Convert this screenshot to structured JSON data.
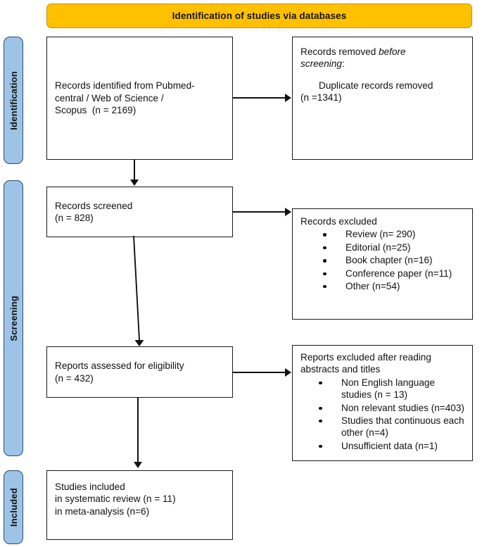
{
  "diagram": {
    "title": "PRISMA flow diagram",
    "colors": {
      "banner_fill": "#FFC000",
      "banner_border": "#C79200",
      "stage_fill": "#9DC3E6",
      "stage_border": "#2E4B6B",
      "box_border": "#1a1a1a",
      "text": "#111111",
      "background": "#ffffff"
    }
  },
  "banner": {
    "label": "Identification of studies via databases"
  },
  "stages": [
    {
      "id": "identification",
      "label": "Identification"
    },
    {
      "id": "screening",
      "label": "Screening"
    },
    {
      "id": "included",
      "label": "Included"
    }
  ],
  "boxes": {
    "records_identified": {
      "lines": [
        "Records identified from Pubmed-",
        "central / Web of Science /",
        "Scopus  (n = 2169)"
      ]
    },
    "records_removed": {
      "line1": "Records removed ",
      "line1_italic": "before",
      "line2_italic": "screening",
      "line2_colon": ":",
      "indented": [
        "Duplicate records removed",
        "(n =1341)"
      ]
    },
    "records_screened": {
      "lines": [
        "Records screened",
        "(n = 828)"
      ]
    },
    "records_excluded": {
      "heading": "Records excluded",
      "bullets": [
        "Review (n= 290)",
        "Editorial (n=25)",
        "Book chapter (n=16)",
        "Conference paper (n=11)",
        "Other (n=54)"
      ]
    },
    "reports_assessed": {
      "lines": [
        "Reports assessed for eligibility",
        "(n = 432)"
      ]
    },
    "reports_excluded": {
      "heading_line1": "Reports excluded after reading",
      "heading_line2": "abstracts and titles",
      "bullets": [
        "Non English language studies (n = 13)",
        "Non relevant studies (n=403)",
        "Studies that continuous each other (n=4)",
        "Unsufficient data (n=1)"
      ]
    },
    "studies_included": {
      "lines": [
        "Studies included",
        "in systematic review (n = 11)",
        "in meta-analysis (n=6)"
      ]
    }
  }
}
